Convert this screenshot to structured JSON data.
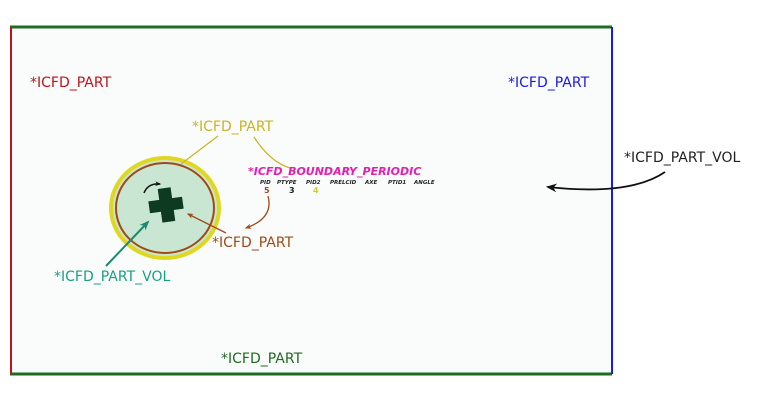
{
  "diagram": {
    "colors": {
      "background": "#ffffff",
      "domain_fill": "#fafcfc",
      "left_edge": "#c0121b",
      "right_edge": "#1a1ae6",
      "top_edge": "#1f6b1f",
      "bottom_edge": "#1f6b1f",
      "cylinder_outer": "#e0d820",
      "cylinder_inner": "#a04a14",
      "cylinder_fill": "#c8e6d2",
      "cross": "#0f3a22",
      "keyword_color": "#e020b0",
      "label_volume_inner": "#1aa080",
      "label_volume_outer": "#222222",
      "label_yellow": "#c8b420",
      "label_brown": "#a04a14"
    },
    "labels": {
      "left_part": "*ICFD_PART",
      "right_part": "*ICFD_PART",
      "bottom_part": "*ICFD_PART",
      "cylinder_outer_part": "*ICFD_PART",
      "cylinder_inner_part": "*ICFD_PART",
      "inner_volume": "*ICFD_PART_VOL",
      "outer_volume": "*ICFD_PART_VOL"
    },
    "keyword_card": {
      "title": "*ICFD_BOUNDARY_PERIODIC",
      "headers": [
        "PID",
        "PTYPE",
        "PID2",
        "PRELCID",
        "AXE",
        "PTID1",
        "ANGLE"
      ],
      "values": [
        "5",
        "3",
        "4",
        "",
        "",
        "",
        ""
      ]
    }
  }
}
